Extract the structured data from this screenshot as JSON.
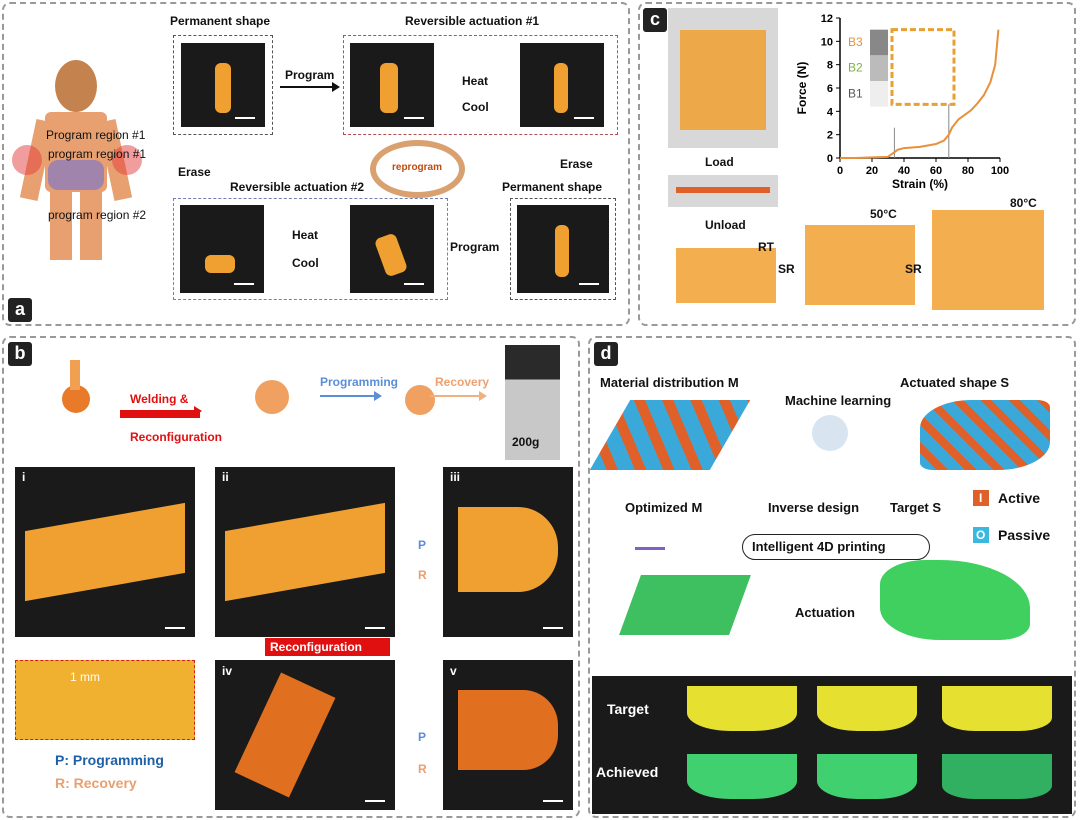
{
  "panel_a": {
    "label": "a",
    "permanent_shape_top": "Permanent shape",
    "reversible_1": "Reversible actuation #1",
    "reversible_2": "Reversible actuation #2",
    "permanent_shape_right": "Permanent shape",
    "program_1": "Program",
    "program_2": "Program",
    "heat_1": "Heat",
    "cool_1": "Cool",
    "heat_2": "Heat",
    "cool_2": "Cool",
    "erase_left": "Erase",
    "erase_right": "Erase",
    "reprogram": "reprogram",
    "region_1a": "Program region #1",
    "region_1b": "program region #1",
    "region_2": "program region #2"
  },
  "panel_b": {
    "label": "b",
    "welding": "Welding &",
    "reconfiguration_top": "Reconfiguration",
    "programming": "Programming",
    "recovery": "Recovery",
    "weight": "200g",
    "sub_i": "i",
    "sub_ii": "ii",
    "sub_iii": "iii",
    "sub_iv": "iv",
    "sub_v": "v",
    "one_mm": "1 mm",
    "reconfiguration": "Reconfiguration",
    "p1": "P",
    "r1": "R",
    "p2": "P",
    "r2": "R",
    "legend_p": "P: Programming",
    "legend_r": "R: Recovery"
  },
  "panel_c": {
    "label": "c",
    "load": "Load",
    "unload": "Unload",
    "rt": "RT",
    "t50": "50°C",
    "t80": "80°C",
    "sr1": "SR",
    "sr2": "SR"
  },
  "panel_d": {
    "label": "d",
    "material": "Material distribution M",
    "actuated": "Actuated shape S",
    "ml": "Machine learning",
    "optimized": "Optimized M",
    "inverse": "Inverse design",
    "target_s": "Target S",
    "i4d": "Intelligent 4D printing",
    "actuation": "Actuation",
    "active_glyph": "I",
    "active": "Active",
    "passive_glyph": "O",
    "passive": "Passive",
    "target_row": "Target",
    "achieved_row": "Achieved"
  },
  "chart_data": {
    "type": "line",
    "xlabel": "Strain (%)",
    "ylabel": "Force (N)",
    "xlim": [
      0,
      100
    ],
    "ylim": [
      0,
      12
    ],
    "xticks": [
      "0",
      "20",
      "40",
      "60",
      "80",
      "100"
    ],
    "yticks": [
      "0",
      "2",
      "4",
      "6",
      "8",
      "10",
      "12"
    ],
    "legend": [
      "B3",
      "B2",
      "B1"
    ],
    "colors": {
      "line": "#e8903a",
      "B3": "#e8903a",
      "B2": "#7cb342",
      "B1": "#555555"
    },
    "vlines": [
      34,
      68
    ],
    "x": [
      0,
      10,
      20,
      30,
      32,
      34,
      36,
      40,
      50,
      60,
      65,
      68,
      70,
      74,
      78,
      82,
      86,
      90,
      94,
      97,
      99
    ],
    "y": [
      0,
      0,
      0.05,
      0.1,
      0.3,
      0.5,
      0.7,
      0.85,
      0.95,
      1.2,
      1.5,
      2.0,
      2.6,
      3.3,
      3.7,
      4.1,
      4.7,
      5.4,
      6.5,
      8.0,
      11
    ]
  }
}
